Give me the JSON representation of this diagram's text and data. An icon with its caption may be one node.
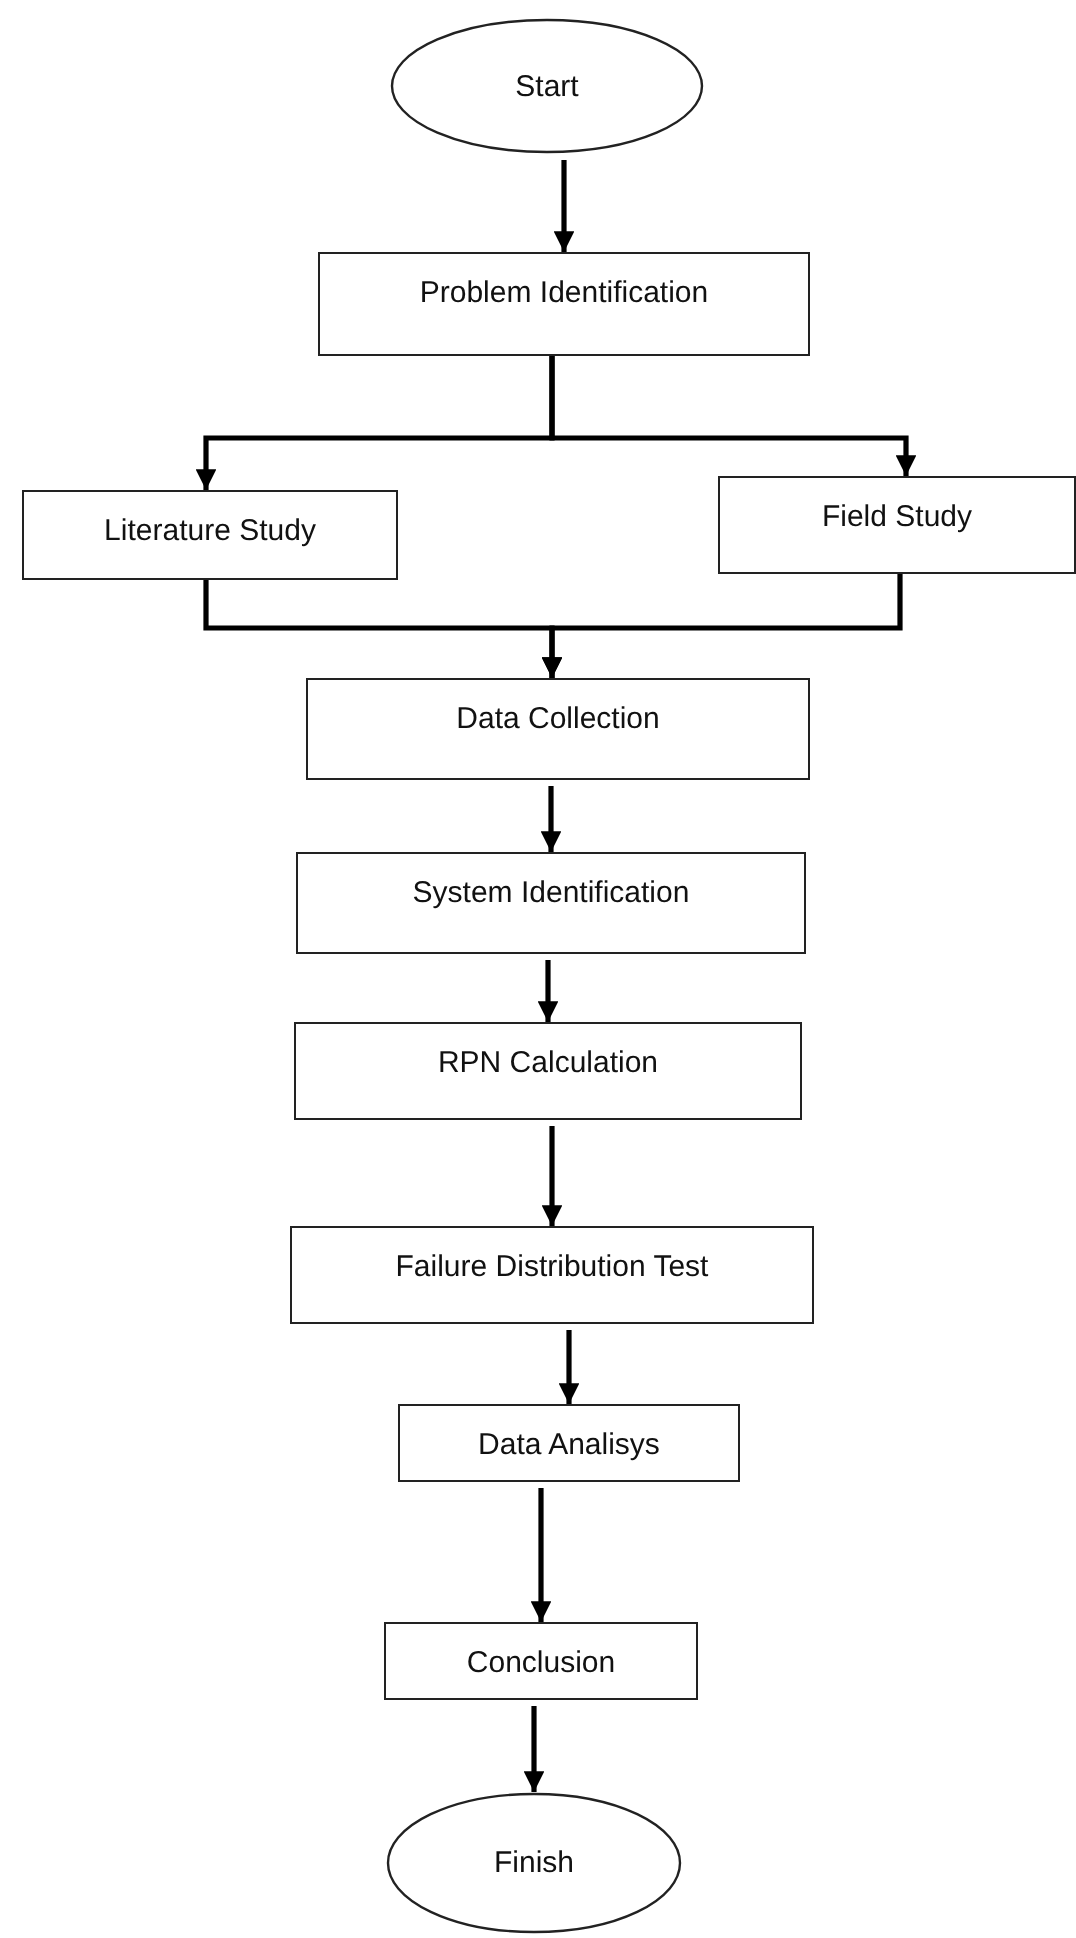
{
  "diagram": {
    "nodes": [
      {
        "text": [
          "Start"
        ]
      },
      {
        "text": [
          "Problem Identification"
        ]
      },
      {
        "text": [
          "Literature Study"
        ]
      },
      {
        "text": [
          "Field Study"
        ]
      },
      {
        "text": [
          "Data Collection"
        ]
      },
      {
        "text": [
          "System Identification"
        ]
      },
      {
        "text": [
          "RPN Calculation"
        ]
      },
      {
        "text": [
          "Failure Distribution Test"
        ]
      },
      {
        "text": [
          "Data Analisys"
        ]
      },
      {
        "text": [
          "Conclusion"
        ]
      },
      {
        "text": [
          "Finish"
        ]
      }
    ],
    "edges": [
      {
        "from": 0,
        "to": 1,
        "arrow": "to"
      },
      {
        "from": 1,
        "to": 2,
        "arrow": "to"
      },
      {
        "from": 1,
        "to": 3,
        "arrow": "to"
      },
      {
        "from": 2,
        "to": 4,
        "arrow": "to"
      },
      {
        "from": 3,
        "to": 4,
        "arrow": "to"
      },
      {
        "from": 4,
        "to": 5,
        "arrow": "to"
      },
      {
        "from": 5,
        "to": 6,
        "arrow": "to"
      },
      {
        "from": 6,
        "to": 7,
        "arrow": "to"
      },
      {
        "from": 7,
        "to": 8,
        "arrow": "to"
      },
      {
        "from": 8,
        "to": 9,
        "arrow": "to"
      },
      {
        "from": 9,
        "to": 10,
        "arrow": "to"
      }
    ]
  }
}
